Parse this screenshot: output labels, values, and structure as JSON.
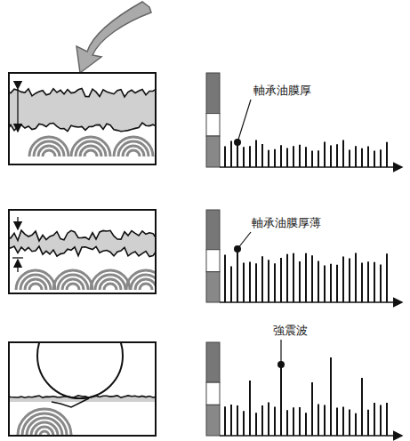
{
  "diagram": {
    "labels": [
      "軸承油膜厚",
      "軸承油膜厚薄",
      "強震波"
    ]
  }
}
